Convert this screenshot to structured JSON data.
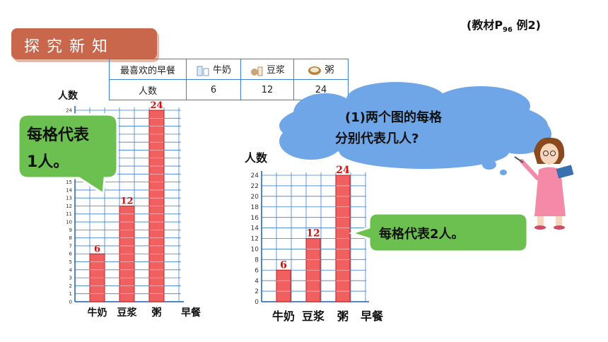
{
  "reference_prefix": "(教材P",
  "reference_page": "96",
  "reference_suffix": " 例2)",
  "section_title": "探究新知",
  "table": {
    "header_label": "最喜欢的早餐",
    "row_label": "人数",
    "items": [
      {
        "name": "牛奶",
        "count": "6",
        "icon": "milk-icon"
      },
      {
        "name": "豆浆",
        "count": "12",
        "icon": "soymilk-icon"
      },
      {
        "name": "粥",
        "count": "24",
        "icon": "porridge-icon"
      }
    ]
  },
  "callout_left": {
    "line1": "每格代表",
    "line2": "1人。"
  },
  "callout_right": "每格代表2人。",
  "question": {
    "line1": "(1)两个图的每格",
    "line2": "分别代表几人?"
  },
  "chart_data": [
    {
      "type": "bar",
      "ylabel": "人数",
      "xlabel": "早餐",
      "categories": [
        "牛奶",
        "豆浆",
        "粥"
      ],
      "values": [
        6,
        12,
        24
      ],
      "ylim": [
        0,
        24
      ],
      "ytick_step": 1,
      "grid": true,
      "bar_color": "#f06060"
    },
    {
      "type": "bar",
      "ylabel": "人数",
      "xlabel": "早餐",
      "categories": [
        "牛奶",
        "豆浆",
        "粥"
      ],
      "values": [
        6,
        12,
        24
      ],
      "ylim": [
        0,
        24
      ],
      "ytick_step": 2,
      "grid": true,
      "bar_color": "#f06060"
    }
  ],
  "colors": {
    "grid": "#3a7fd0",
    "bar": "#f06060",
    "label": "#d01010",
    "bubble": "#6cc050",
    "cloud": "#6fa6e8"
  }
}
